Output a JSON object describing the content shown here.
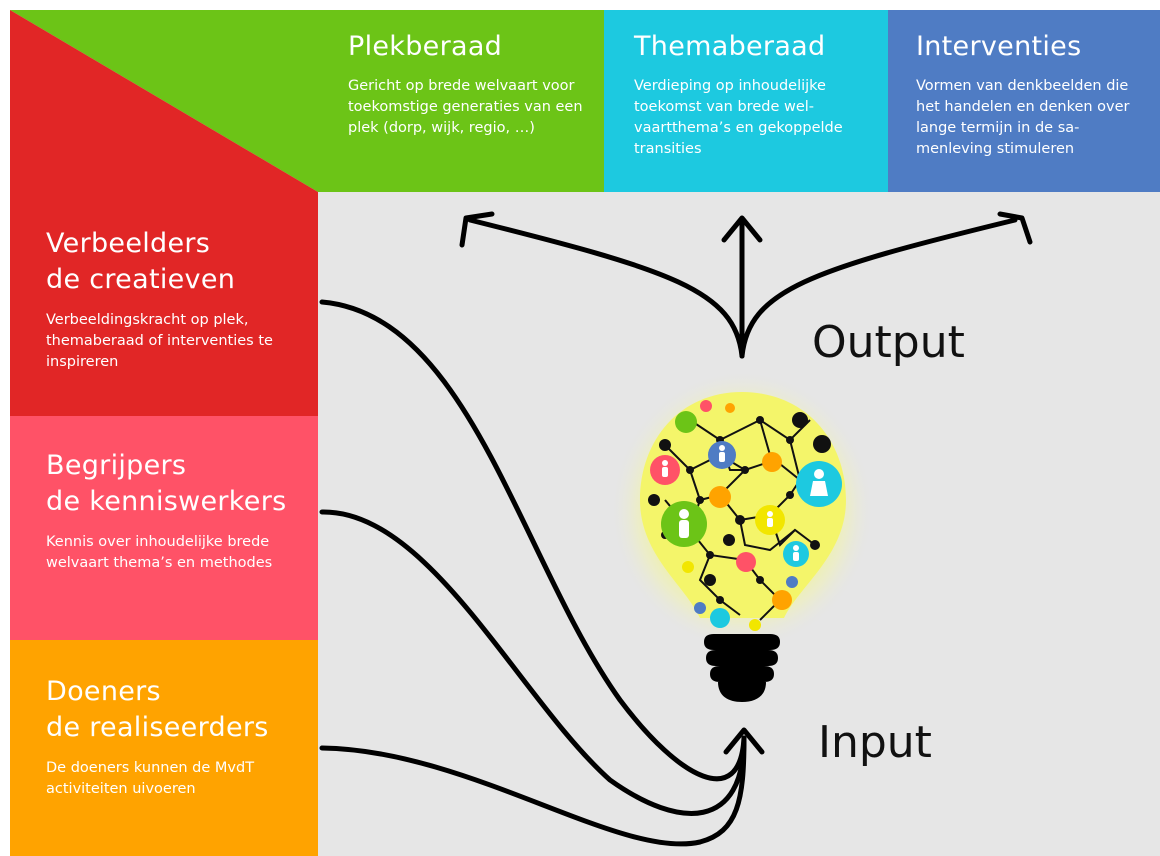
{
  "colors": {
    "background": "#e6e6e6",
    "green": "#6cc417",
    "cyan": "#1dc9e0",
    "blue": "#4f7cc4",
    "red": "#e12626",
    "pink": "#ff5267",
    "orange": "#ffa300",
    "arrows": "#000000"
  },
  "outputs": [
    {
      "title": "Plekberaad",
      "description": "Gericht op brede welvaart voor toekomstige generaties van een plek (dorp, wijk, regio, …)"
    },
    {
      "title": "Themaberaad",
      "description": "Verdieping op inhoudelijke toekomst van brede wel-vaartthema’s en gekoppelde transities"
    },
    {
      "title": "Interventies",
      "description": "Vormen van denkbeelden die het handelen en denken over lange termijn in de sa-menleving stimuleren"
    }
  ],
  "inputs": [
    {
      "title_line1": "Verbeelders",
      "title_line2": "de creatieven",
      "description": "Verbeeldingskracht op plek, themaberaad of interventies te inspireren"
    },
    {
      "title_line1": "Begrijpers",
      "title_line2": "de kenniswerkers",
      "description": "Kennis over inhoudelijke brede welvaart thema’s en methodes"
    },
    {
      "title_line1": "Doeners",
      "title_line2": "de realiseerders",
      "description": "De doeners kunnen de MvdT activiteiten uivoeren"
    }
  ],
  "labels": {
    "output": "Output",
    "input": "Input"
  },
  "icons": {
    "center": "lightbulb-network-icon",
    "people": "person-icon"
  }
}
